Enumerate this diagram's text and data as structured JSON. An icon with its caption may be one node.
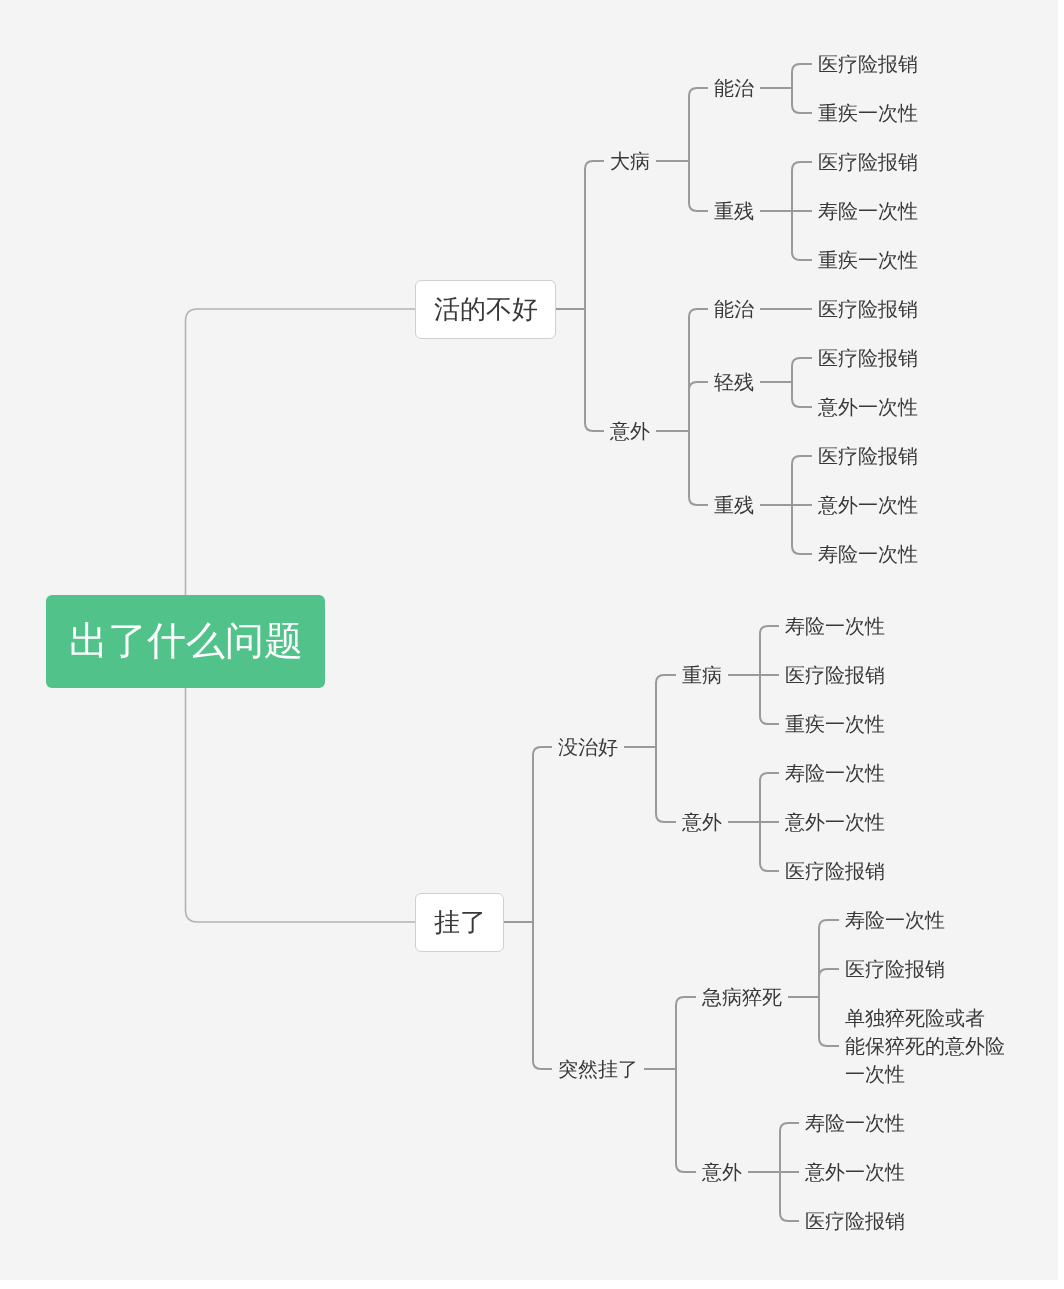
{
  "diagram": {
    "nodes": [
      {
        "text": [
          "出了什么问题"
        ]
      },
      {
        "text": [
          "活的不好"
        ]
      },
      {
        "text": [
          "大病"
        ]
      },
      {
        "text": [
          "能治"
        ]
      },
      {
        "text": [
          "医疗险报销"
        ]
      },
      {
        "text": [
          "重疾一次性"
        ]
      },
      {
        "text": [
          "重残"
        ]
      },
      {
        "text": [
          "医疗险报销"
        ]
      },
      {
        "text": [
          "寿险一次性"
        ]
      },
      {
        "text": [
          "重疾一次性"
        ]
      },
      {
        "text": [
          "意外"
        ]
      },
      {
        "text": [
          "能治"
        ]
      },
      {
        "text": [
          "医疗险报销"
        ]
      },
      {
        "text": [
          "轻残"
        ]
      },
      {
        "text": [
          "医疗险报销"
        ]
      },
      {
        "text": [
          "意外一次性"
        ]
      },
      {
        "text": [
          "重残"
        ]
      },
      {
        "text": [
          "医疗险报销"
        ]
      },
      {
        "text": [
          "意外一次性"
        ]
      },
      {
        "text": [
          "寿险一次性"
        ]
      },
      {
        "text": [
          "挂了"
        ]
      },
      {
        "text": [
          "没治好"
        ]
      },
      {
        "text": [
          "重病"
        ]
      },
      {
        "text": [
          "寿险一次性"
        ]
      },
      {
        "text": [
          "医疗险报销"
        ]
      },
      {
        "text": [
          "重疾一次性"
        ]
      },
      {
        "text": [
          "意外"
        ]
      },
      {
        "text": [
          "寿险一次性"
        ]
      },
      {
        "text": [
          "意外一次性"
        ]
      },
      {
        "text": [
          "医疗险报销"
        ]
      },
      {
        "text": [
          "突然挂了"
        ]
      },
      {
        "text": [
          "急病猝死"
        ]
      },
      {
        "text": [
          "寿险一次性"
        ]
      },
      {
        "text": [
          "医疗险报销"
        ]
      },
      {
        "text": [
          "单独猝死险或者能保猝死的意外险一次性"
        ]
      },
      {
        "text": [
          "意外"
        ]
      },
      {
        "text": [
          "寿险一次性"
        ]
      },
      {
        "text": [
          "意外一次性"
        ]
      },
      {
        "text": [
          "医疗险报销"
        ]
      }
    ],
    "edges": [
      {
        "from": 0,
        "to": 1,
        "arrow": "none"
      },
      {
        "from": 1,
        "to": 2,
        "arrow": "none"
      },
      {
        "from": 2,
        "to": 3,
        "arrow": "none"
      },
      {
        "from": 3,
        "to": 4,
        "arrow": "none"
      },
      {
        "from": 3,
        "to": 5,
        "arrow": "none"
      },
      {
        "from": 2,
        "to": 6,
        "arrow": "none"
      },
      {
        "from": 6,
        "to": 7,
        "arrow": "none"
      },
      {
        "from": 6,
        "to": 8,
        "arrow": "none"
      },
      {
        "from": 6,
        "to": 9,
        "arrow": "none"
      },
      {
        "from": 1,
        "to": 10,
        "arrow": "none"
      },
      {
        "from": 10,
        "to": 11,
        "arrow": "none"
      },
      {
        "from": 11,
        "to": 12,
        "arrow": "none"
      },
      {
        "from": 10,
        "to": 13,
        "arrow": "none"
      },
      {
        "from": 13,
        "to": 14,
        "arrow": "none"
      },
      {
        "from": 13,
        "to": 15,
        "arrow": "none"
      },
      {
        "from": 10,
        "to": 16,
        "arrow": "none"
      },
      {
        "from": 16,
        "to": 17,
        "arrow": "none"
      },
      {
        "from": 16,
        "to": 18,
        "arrow": "none"
      },
      {
        "from": 16,
        "to": 19,
        "arrow": "none"
      },
      {
        "from": 0,
        "to": 20,
        "arrow": "none"
      },
      {
        "from": 20,
        "to": 21,
        "arrow": "none"
      },
      {
        "from": 21,
        "to": 22,
        "arrow": "none"
      },
      {
        "from": 22,
        "to": 23,
        "arrow": "none"
      },
      {
        "from": 22,
        "to": 24,
        "arrow": "none"
      },
      {
        "from": 22,
        "to": 25,
        "arrow": "none"
      },
      {
        "from": 21,
        "to": 26,
        "arrow": "none"
      },
      {
        "from": 26,
        "to": 27,
        "arrow": "none"
      },
      {
        "from": 26,
        "to": 28,
        "arrow": "none"
      },
      {
        "from": 26,
        "to": 29,
        "arrow": "none"
      },
      {
        "from": 20,
        "to": 30,
        "arrow": "none"
      },
      {
        "from": 30,
        "to": 31,
        "arrow": "none"
      },
      {
        "from": 31,
        "to": 32,
        "arrow": "none"
      },
      {
        "from": 31,
        "to": 33,
        "arrow": "none"
      },
      {
        "from": 31,
        "to": 34,
        "arrow": "none"
      },
      {
        "from": 30,
        "to": 35,
        "arrow": "none"
      },
      {
        "from": 35,
        "to": 36,
        "arrow": "none"
      },
      {
        "from": 35,
        "to": 37,
        "arrow": "none"
      },
      {
        "from": 35,
        "to": 38,
        "arrow": "none"
      }
    ]
  }
}
